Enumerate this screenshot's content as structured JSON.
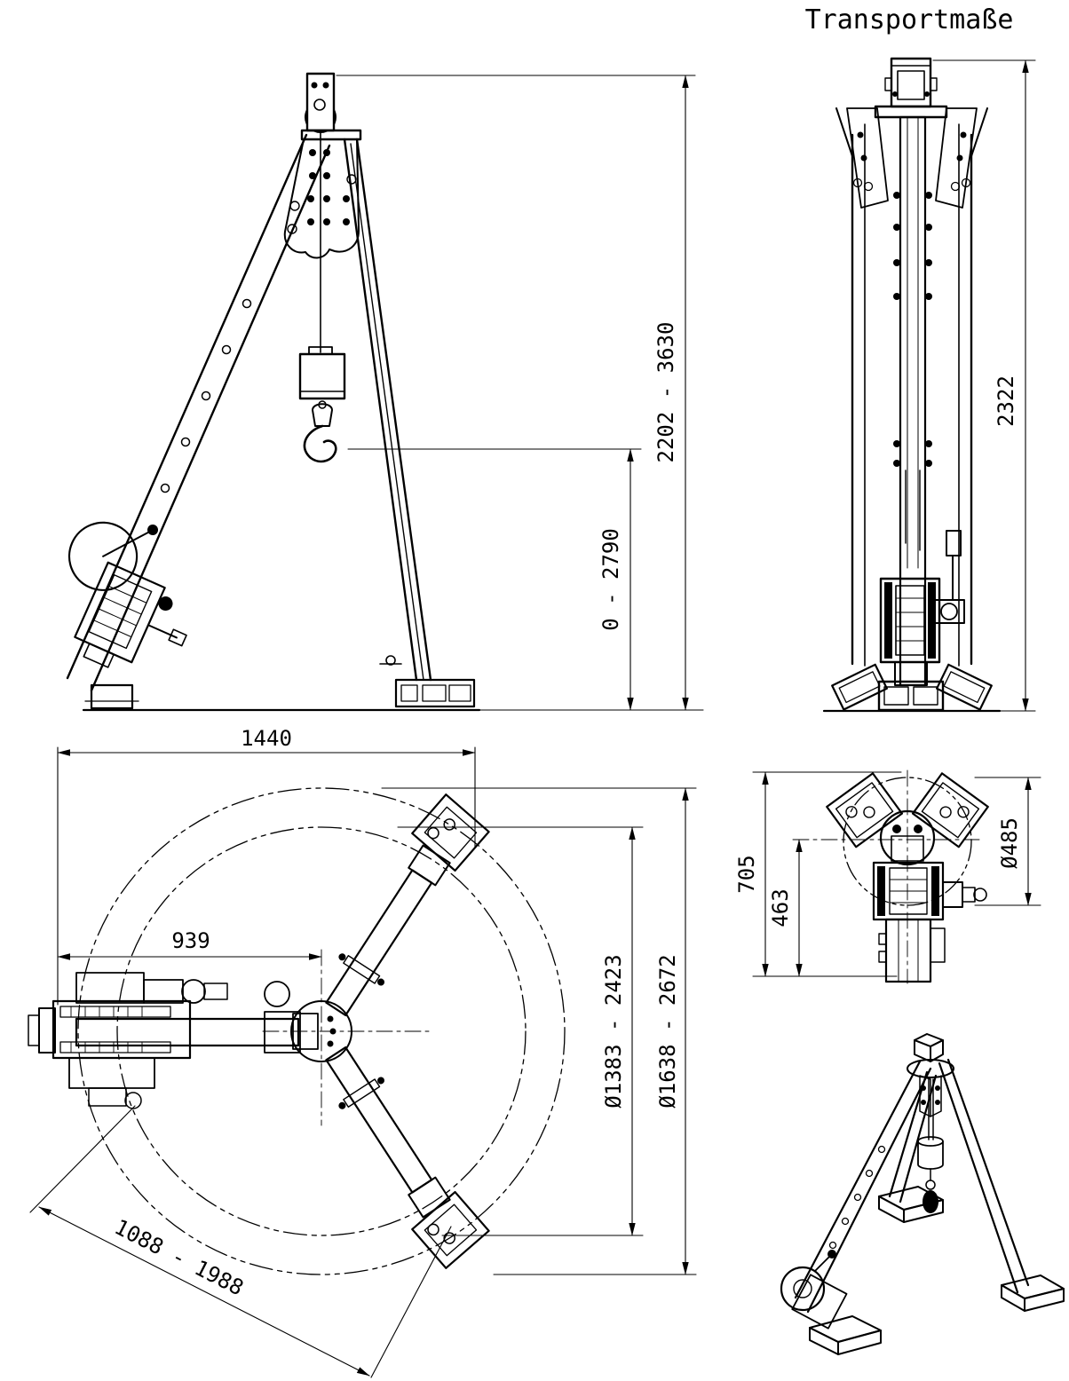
{
  "page": {
    "background_color": "#ffffff",
    "line_color": "#000000"
  },
  "header": {
    "title": "Transportmaße"
  },
  "side_view": {
    "dim_total_height": "2202 - 3630",
    "dim_hook_range": "0 - 2790"
  },
  "transport_view": {
    "dim_length": "2322"
  },
  "plan_view": {
    "dim_width": "1440",
    "dim_center_offset": "939",
    "dim_inner_diameter": "Ø1383 - 2423",
    "dim_outer_diameter": "Ø1638 - 2672",
    "dim_leg_spread": "1088 - 1988"
  },
  "folded_plan_view": {
    "dim_overall_width": "705",
    "dim_center_width": "463",
    "dim_diameter": "Ø485"
  }
}
